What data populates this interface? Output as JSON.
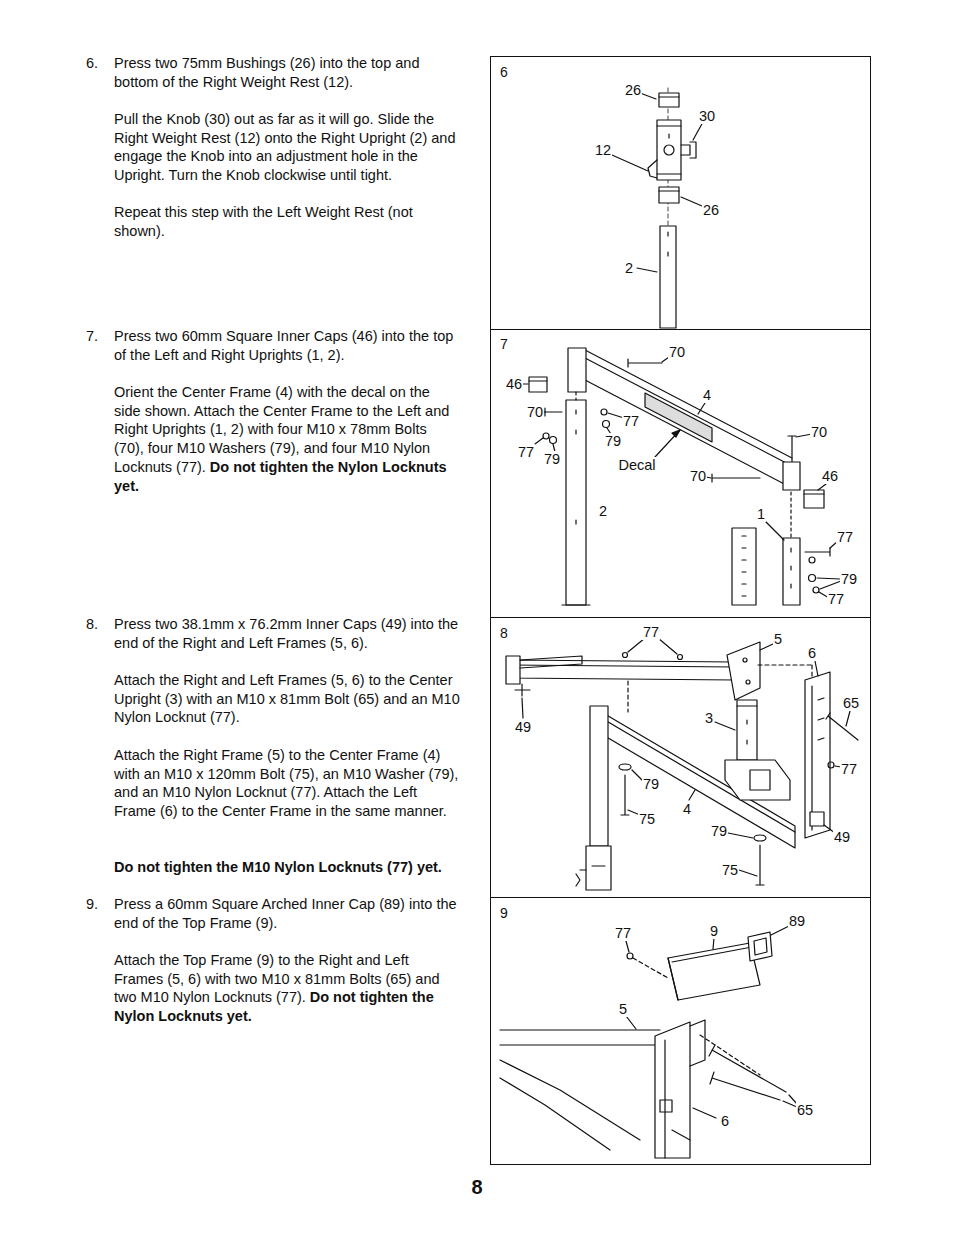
{
  "diagram": {
    "nodes": [
      {
        "text": [
          "6"
        ]
      },
      {
        "text": [
          "7"
        ]
      },
      {
        "text": [
          "8"
        ]
      },
      {
        "text": [
          "9"
        ]
      }
    ],
    "labels": [
      "6.",
      "Press two 75mm Bushings (26) into the top and bottom of the Right Weight Rest (12).",
      "Pull the Knob (30) out as far as it will go. Slide the Right Weight Rest (12) onto the Right Upright (2) and engage the Knob into an adjustment hole in the Upright. Turn the Knob clockwise until tight.",
      "Repeat this step with the Left Weight Rest (not shown).",
      "7.",
      "Press two 60mm Square Inner Caps (46) into the top of the Left and Right Uprights (1, 2).",
      "Orient the Center Frame (4) with the decal on the side shown. Attach the Center Frame to the Left and Right Uprights (1, 2) with four M10 x 78mm Bolts (70), four M10 Washers (79), and four M10 Nylon Locknuts (77).",
      "Do not tighten the Nylon Locknuts yet.",
      "8.",
      "Press two 38.1mm x 76.2mm Inner Caps (49) into the end of the Right and Left Frames (5, 6).",
      "Attach the Right and Left Frames (5, 6) to the Center Upright (3) with an M10 x 81mm Bolt (65) and an M10 Nylon Locknut (77).",
      "Attach the Right Frame (5) to the Center Frame (4) with an M10 x 120mm Bolt (75), an M10 Washer (79), and an M10 Nylon Locknut (77). Attach the Left Frame (6) to the Center Frame in the same manner.",
      "Do not tighten the M10 Nylon Locknuts (77) yet.",
      "9.",
      "Press a 60mm Square Arched Inner Cap (89) into the end of the Top Frame (9).",
      "Attach the Top Frame (9) to the Right and Left Frames (5, 6) with two M10 x 81mm Bolts (65) and two M10 Nylon Locknuts (77).",
      "Do not tighten the Nylon Locknuts yet.",
      "26",
      "30",
      "12",
      "26",
      "2",
      "70",
      "46",
      "4",
      "70",
      "77",
      "79",
      "70",
      "77",
      "79",
      "Decal",
      "70",
      "46",
      "2",
      "1",
      "77",
      "79",
      "77",
      "77",
      "5",
      "6",
      "65",
      "3",
      "49",
      "77",
      "79",
      "4",
      "75",
      "79",
      "49",
      "75",
      "89",
      "77",
      "9",
      "5",
      "65",
      "6",
      "8"
    ]
  }
}
